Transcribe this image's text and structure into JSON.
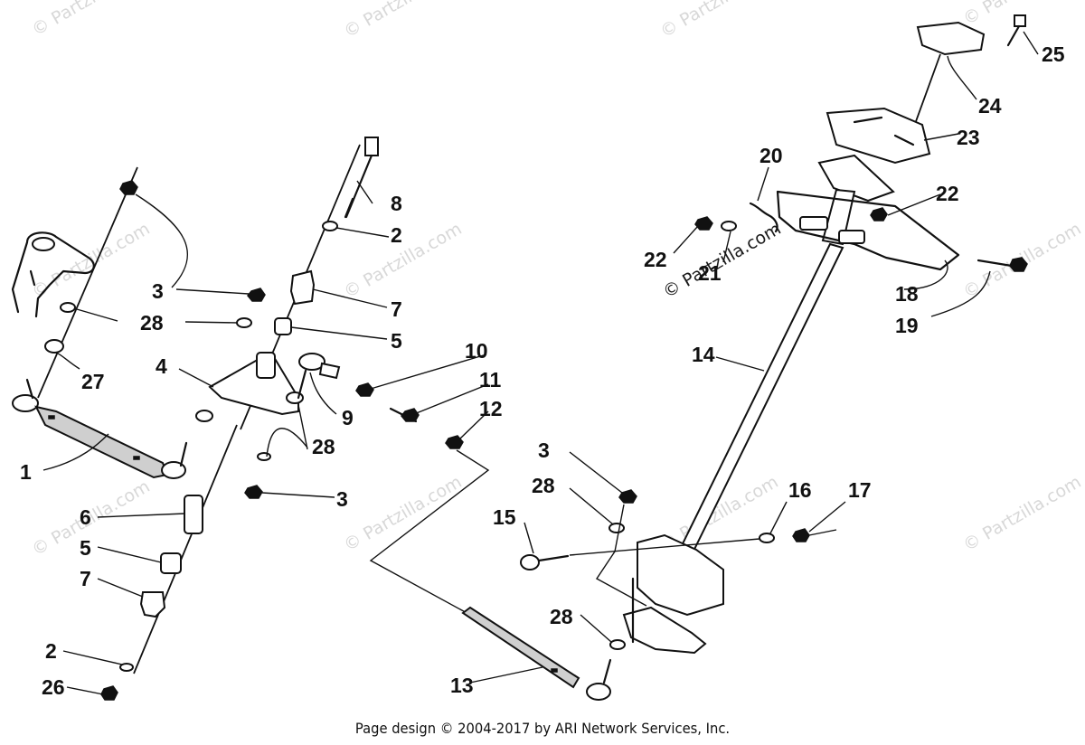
{
  "callouts": {
    "c1": "1",
    "c2a": "2",
    "c2b": "2",
    "c3a": "3",
    "c3b": "3",
    "c3c": "3",
    "c4": "4",
    "c5a": "5",
    "c5b": "5",
    "c6": "6",
    "c7a": "7",
    "c7b": "7",
    "c8": "8",
    "c9": "9",
    "c10": "10",
    "c11": "11",
    "c12": "12",
    "c13": "13",
    "c14": "14",
    "c15": "15",
    "c16": "16",
    "c17": "17",
    "c18": "18",
    "c19": "19",
    "c20": "20",
    "c21": "21",
    "c22a": "22",
    "c22b": "22",
    "c23": "23",
    "c24": "24",
    "c25": "25",
    "c26": "26",
    "c27": "27",
    "c28a": "28",
    "c28b": "28",
    "c28c": "28",
    "c28d": "28"
  },
  "watermark": "© Partzilla.com",
  "footer": "Page design © 2004-2017 by ARI Network Services, Inc."
}
